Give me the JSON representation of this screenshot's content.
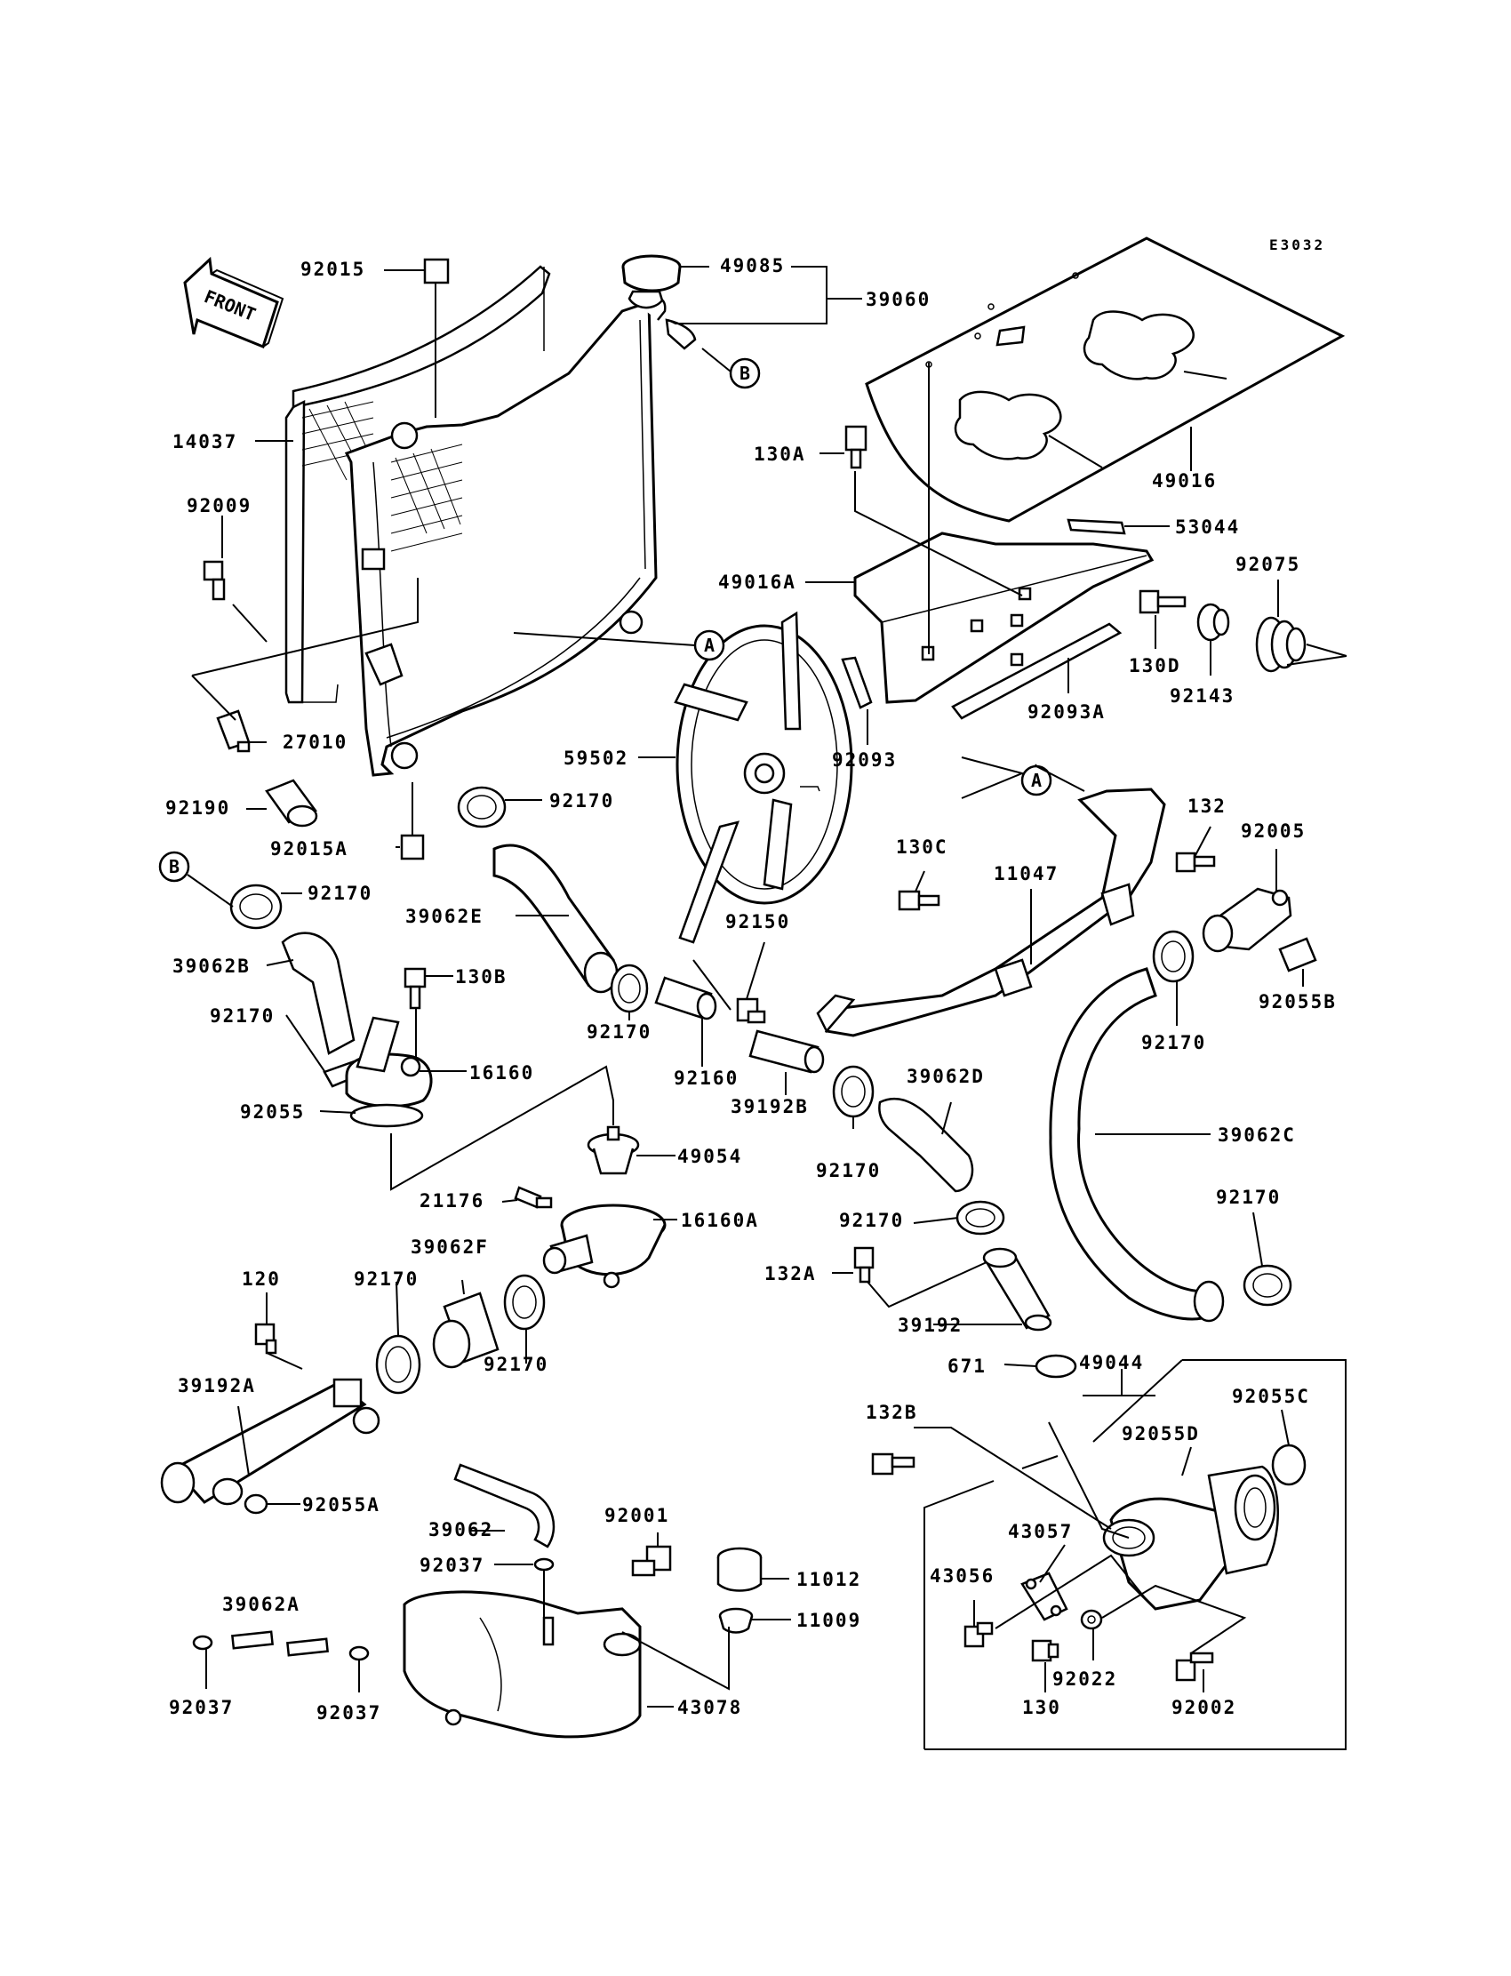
{
  "diagram_code": "E3032",
  "front_label": "FRONT",
  "refs": {
    "a": "A",
    "b": "B"
  },
  "labels": {
    "p92015": "92015",
    "p14037": "14037",
    "p92009": "92009",
    "p27010": "27010",
    "p92190": "92190",
    "p92015A": "92015A",
    "p92170_b": "92170",
    "p39062B": "39062B",
    "p92170_c": "92170",
    "p130B": "130B",
    "p16160": "16160",
    "p92055": "92055",
    "p21176": "21176",
    "p16160A": "16160A",
    "p49054": "49054",
    "p39062F": "39062F",
    "p120": "120",
    "p92170_d": "92170",
    "p92170_e": "92170",
    "p39192A": "39192A",
    "p92055A": "92055A",
    "p39062": "39062",
    "p92037_a": "92037",
    "p39062A": "39062A",
    "p92037_b": "92037",
    "p92037_c": "92037",
    "p92001": "92001",
    "p11012": "11012",
    "p11009": "11009",
    "p43078": "43078",
    "p49085": "49085",
    "p39060": "39060",
    "p130A": "130A",
    "p49016": "49016",
    "p53044": "53044",
    "p92075": "92075",
    "p49016A": "49016A",
    "p130D": "130D",
    "p92143": "92143",
    "p92093A": "92093A",
    "p92093": "92093",
    "p59502": "59502",
    "p92170_a": "92170",
    "p39062E": "39062E",
    "p92150": "92150",
    "p92170_f": "92170",
    "p92160": "92160",
    "p39192B": "39192B",
    "p39062D": "39062D",
    "p92170_g": "92170",
    "p132": "132",
    "p92005": "92005",
    "p130C": "130C",
    "p11047": "11047",
    "p92055B": "92055B",
    "p92170_h": "92170",
    "p39062C": "39062C",
    "p92170_i": "92170",
    "p92170_j": "92170",
    "p132A": "132A",
    "p39192": "39192",
    "p671": "671",
    "p49044": "49044",
    "p132B": "132B",
    "p92055C": "92055C",
    "p92055D": "92055D",
    "p43057": "43057",
    "p43056": "43056",
    "p92022": "92022",
    "p130": "130",
    "p92002": "92002"
  }
}
